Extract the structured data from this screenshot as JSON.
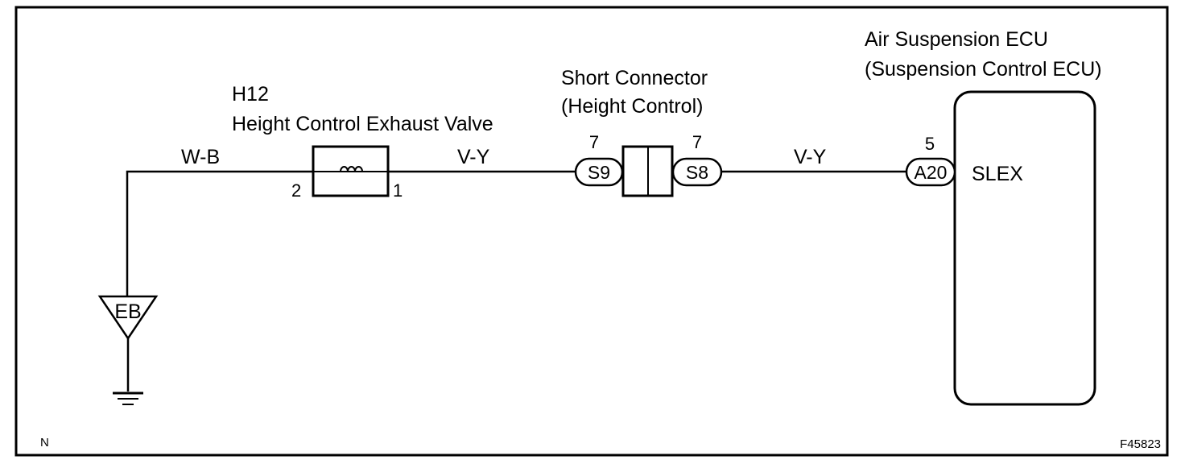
{
  "exhaust_valve": {
    "code": "H12",
    "name": "Height Control Exhaust Valve",
    "pin_left": "2",
    "pin_right": "1"
  },
  "wires": {
    "ground_wire": "W-B",
    "valve_to_connector": "V-Y",
    "connector_to_ecu": "V-Y"
  },
  "short_connector": {
    "title_line1": "Short Connector",
    "title_line2": "(Height Control)",
    "left_code": "S9",
    "left_pin": "7",
    "right_code": "S8",
    "right_pin": "7"
  },
  "ecu": {
    "title_line1": "Air Suspension ECU",
    "title_line2": "(Suspension Control ECU)",
    "connector_code": "A20",
    "pin": "5",
    "terminal": "SLEX"
  },
  "ground": {
    "label": "EB"
  },
  "footer": {
    "left": "N",
    "right": "F45823"
  }
}
